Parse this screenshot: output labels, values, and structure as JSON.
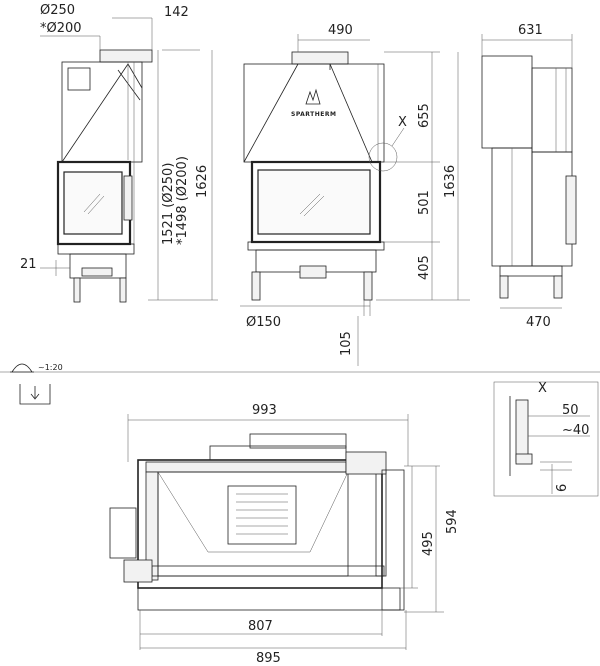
{
  "front_left": {
    "flue_diameter": "Ø250",
    "flue_diameter_alt": "*Ø200",
    "flue_offset": "142",
    "height_total": "1626",
    "flue_height": "1521 (Ø250)",
    "flue_height_alt": "*1498 (Ø200)",
    "leg_height": "21"
  },
  "front_center": {
    "width_top": "490",
    "detail_marker": "X",
    "height_upper": "655",
    "height_total": "1636",
    "height_glass": "501",
    "height_base": "405",
    "air_inlet_diameter": "Ø150",
    "air_inlet_offset": "105",
    "brand": "SPARTHERM"
  },
  "side_view": {
    "depth_total": "631",
    "depth_base": "470"
  },
  "scale": {
    "label": "~1:20"
  },
  "plan_view": {
    "width_total": "993",
    "width_inner": "807",
    "width_outer": "895",
    "depth_total": "594",
    "depth_inner": "495"
  },
  "detail_x": {
    "marker": "X",
    "dim_a": "50",
    "dim_b": "~40",
    "dim_c": "6"
  }
}
